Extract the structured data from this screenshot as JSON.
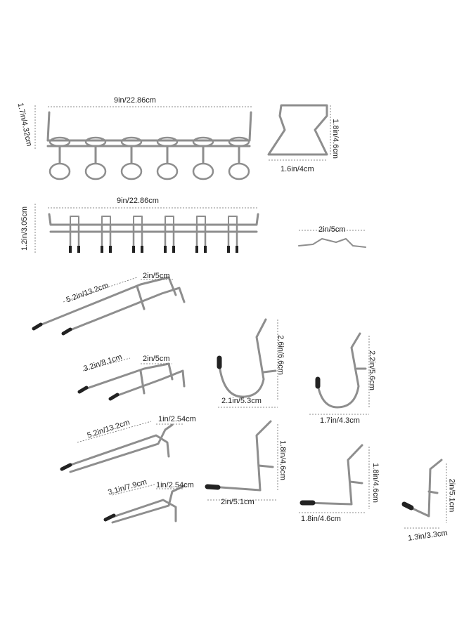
{
  "labels": {
    "rack_loops_width": "9in/22.86cm",
    "rack_loops_height": "1.7in/4.32cm",
    "bracket_height": "1.8in/4.6cm",
    "bracket_width": "1.6in/4cm",
    "rack_prongs_width": "9in/22.86cm",
    "rack_prongs_height": "1.2in/3.05cm",
    "clip_width": "2in/5cm",
    "double_long_length": "5.2in/13.2cm",
    "double_long_spacing": "2in/5cm",
    "double_short_length": "3.2in/8.1cm",
    "double_short_spacing": "2in/5cm",
    "single_long_length": "5.2in/13.2cm",
    "single_long_base": "1in/2.54cm",
    "single_short_length": "3.1in/7.9cm",
    "single_short_base": "1in/2.54cm",
    "j_large_height": "2.6in/6.6cm",
    "j_large_width": "2.1in/5.3cm",
    "j_medium_height": "2.2in/5.6cm",
    "j_medium_width": "1.7in/4.3cm",
    "l_large_height": "1.8in/4.6cm",
    "l_large_width": "2in/5.1cm",
    "l_medium_height": "1.8in/4.6cm",
    "l_medium_width": "1.8in/4.6cm",
    "l_small_height": "2in/5.1cm",
    "l_small_width": "1.3in/3.3cm"
  }
}
